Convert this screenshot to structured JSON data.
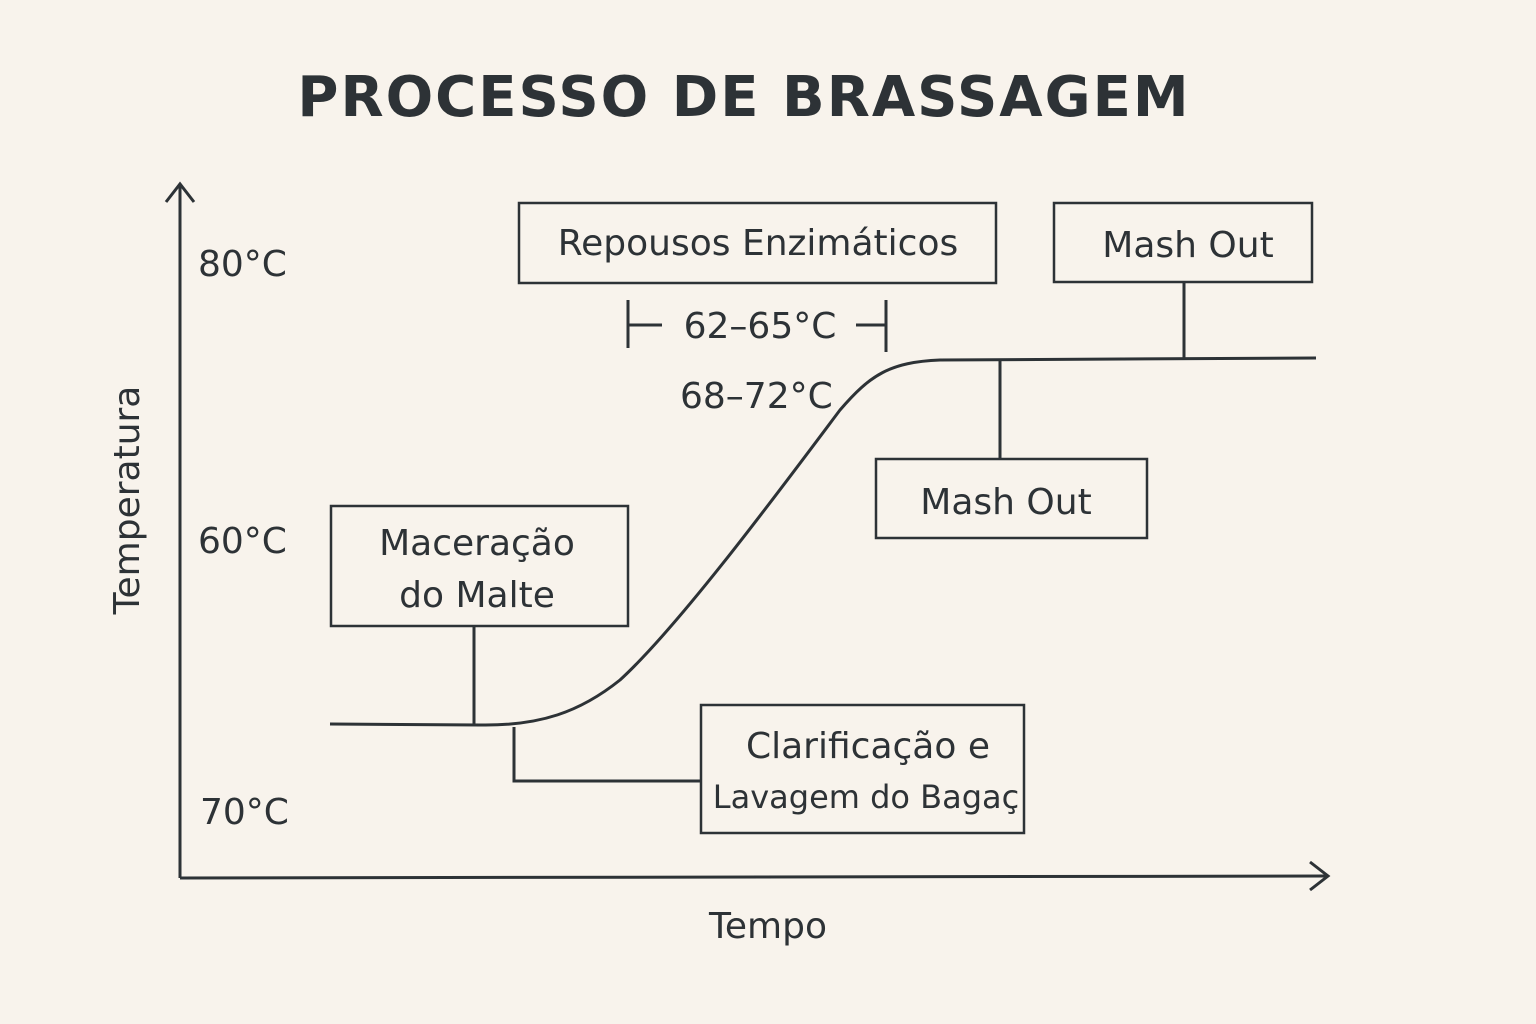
{
  "title": "PROCESSO DE BRASSAGEM",
  "axes": {
    "y_label": "Temperatura",
    "x_label": "Tempo",
    "y_ticks": [
      "80°C",
      "60°C",
      "70°C"
    ]
  },
  "labels": {
    "repousos": "Repousos Enzimáticos",
    "mash_out_top": "Mash Out",
    "range_top": "62–65°C",
    "range_mid": "68–72°C",
    "mash_out_mid": "Mash Out",
    "maceracao": [
      "Maceração",
      "do Malte"
    ],
    "clarificacao": [
      "Clarificação e",
      "Lavagem do Bagaç"
    ]
  },
  "colors": {
    "background": "#f8f3ec",
    "ink": "#2d3236"
  }
}
